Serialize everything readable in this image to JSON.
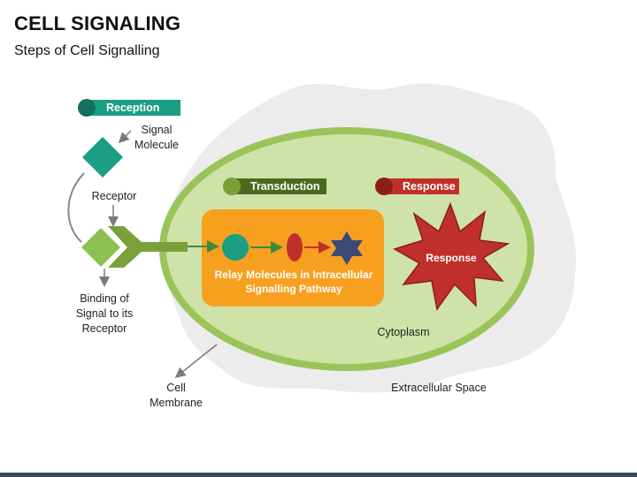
{
  "header": {
    "title": "CELL SIGNALING",
    "subtitle": "Steps of Cell Signalling"
  },
  "tags": {
    "reception": "Reception",
    "transduction": "Transduction",
    "response": "Response"
  },
  "labels": {
    "signal_molecule_1": "Signal",
    "signal_molecule_2": "Molecule",
    "receptor": "Receptor",
    "binding_1": "Binding of",
    "binding_2": "Signal to its",
    "binding_3": "Receptor",
    "cell_membrane_1": "Cell",
    "cell_membrane_2": "Membrane",
    "relay_1": "Relay Molecules in Intracellular",
    "relay_2": "Signalling Pathway",
    "response_star": "Response",
    "cytoplasm": "Cytoplasm",
    "extracellular": "Extracellular Space"
  },
  "colors": {
    "teal": "#1a9e84",
    "light_green": "#8cc152",
    "dark_green": "#4a6a1e",
    "membrane_green": "#9ac45a",
    "cytoplasm_fill": "#cfe2a8",
    "orange": "#f7a020",
    "red": "#c0302a",
    "navy": "#3c4a7a",
    "gray_blob": "#ededed"
  }
}
